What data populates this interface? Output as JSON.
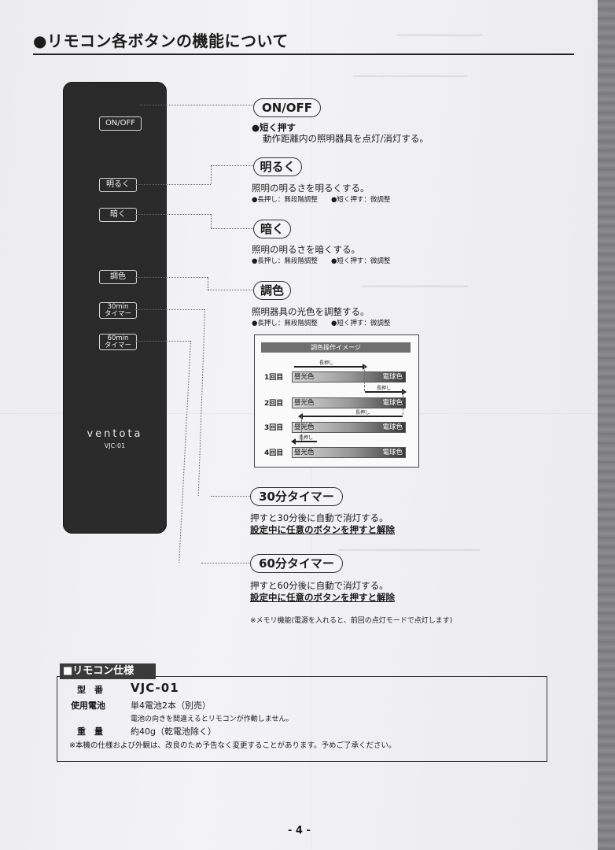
{
  "page": {
    "section_title": "●リモコン各ボタンの機能について",
    "page_number": "- 4 -"
  },
  "remote": {
    "buttons": {
      "onoff": "ON/OFF",
      "brighter": "明るく",
      "darker": "暗く",
      "color": "調色",
      "t30_top": "30min",
      "t30_bottom": "タイマー",
      "t60_top": "60min",
      "t60_bottom": "タイマー"
    },
    "brand": "ventota",
    "model": "VJC-01"
  },
  "functions": {
    "onoff": {
      "title": "ON/OFF",
      "line1": "●短く押す",
      "line2": "動作距離内の照明器具を点灯/消灯する。"
    },
    "brighter": {
      "title": "明るく",
      "line1": "照明の明るさを明るくする。",
      "sub1": "●長押し：無段階調整",
      "sub2": "●短く押す：微調整"
    },
    "darker": {
      "title": "暗く",
      "line1": "照明の明るさを暗くする。",
      "sub1": "●長押し：無段階調整",
      "sub2": "●短く押す：微調整"
    },
    "color": {
      "title": "調色",
      "line1": "照明器具の光色を調整する。",
      "sub1": "●長押し：無段階調整",
      "sub2": "●短く押す：微調整"
    },
    "timer30": {
      "title": "30分タイマー",
      "line1": "押すと30分後に自動で消灯する。",
      "line2": "設定中に任意のボタンを押すと解除"
    },
    "timer60": {
      "title": "60分タイマー",
      "line1": "押すと60分後に自動で消灯する。",
      "line2": "設定中に任意のボタンを押すと解除"
    },
    "memory_note": "※メモリ機能(電源を入れると、前回の点灯モードで点灯します)"
  },
  "color_diagram": {
    "title": "調色操作イメージ",
    "long_press": "長押し",
    "rows": [
      {
        "label": "1回目",
        "left": "昼光色",
        "right": "電球色",
        "fill": 0.65
      },
      {
        "label": "2回目",
        "left": "昼光色",
        "right": "電球色",
        "fill": 0.35
      },
      {
        "label": "3回目",
        "left": "昼光色",
        "right": "電球色",
        "fill": 0.45
      },
      {
        "label": "4回目",
        "left": "昼光色",
        "right": "電球色",
        "fill": 0.2
      }
    ]
  },
  "specs": {
    "heading": "■リモコン仕様",
    "model_key": "型　番",
    "model_value": "VJC-01",
    "battery_key": "使用電池",
    "battery_value": "単4電池2本（別売）",
    "battery_note": "電池の向きを間違えるとリモコンが作動しません。",
    "weight_key": "重　量",
    "weight_value": "約40g（乾電池除く）",
    "disclaimer": "※本機の仕様および外観は、改良のため予告なく変更することがあります。予めご了承ください。"
  }
}
